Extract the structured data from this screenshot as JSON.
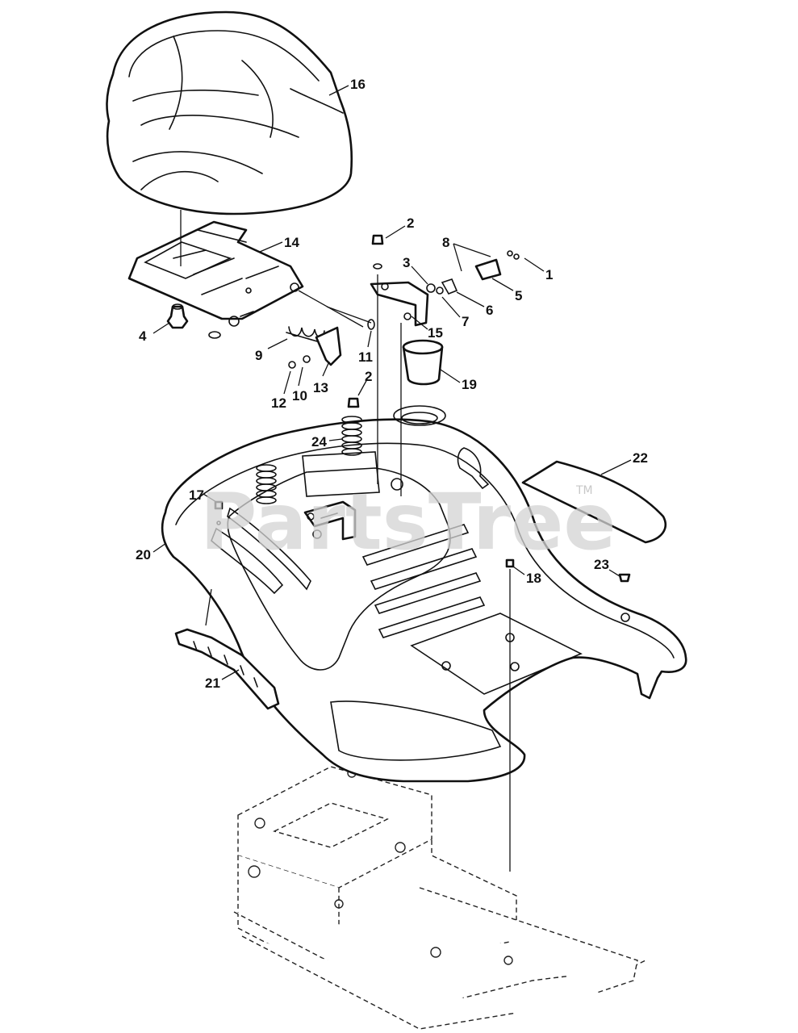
{
  "watermark": {
    "text": "PartsTree",
    "trademark": "TM"
  },
  "callouts": [
    {
      "id": "c1",
      "label": "1"
    },
    {
      "id": "c2a",
      "label": "2"
    },
    {
      "id": "c2b",
      "label": "2"
    },
    {
      "id": "c3",
      "label": "3"
    },
    {
      "id": "c4",
      "label": "4"
    },
    {
      "id": "c5",
      "label": "5"
    },
    {
      "id": "c6",
      "label": "6"
    },
    {
      "id": "c7",
      "label": "7"
    },
    {
      "id": "c8",
      "label": "8"
    },
    {
      "id": "c9",
      "label": "9"
    },
    {
      "id": "c10",
      "label": "10"
    },
    {
      "id": "c11",
      "label": "11"
    },
    {
      "id": "c12",
      "label": "12"
    },
    {
      "id": "c13",
      "label": "13"
    },
    {
      "id": "c14",
      "label": "14"
    },
    {
      "id": "c15",
      "label": "15"
    },
    {
      "id": "c16",
      "label": "16"
    },
    {
      "id": "c17",
      "label": "17"
    },
    {
      "id": "c18",
      "label": "18"
    },
    {
      "id": "c19",
      "label": "19"
    },
    {
      "id": "c20",
      "label": "20"
    },
    {
      "id": "c21",
      "label": "21"
    },
    {
      "id": "c22",
      "label": "22"
    },
    {
      "id": "c23",
      "label": "23"
    },
    {
      "id": "c24",
      "label": "24"
    }
  ]
}
